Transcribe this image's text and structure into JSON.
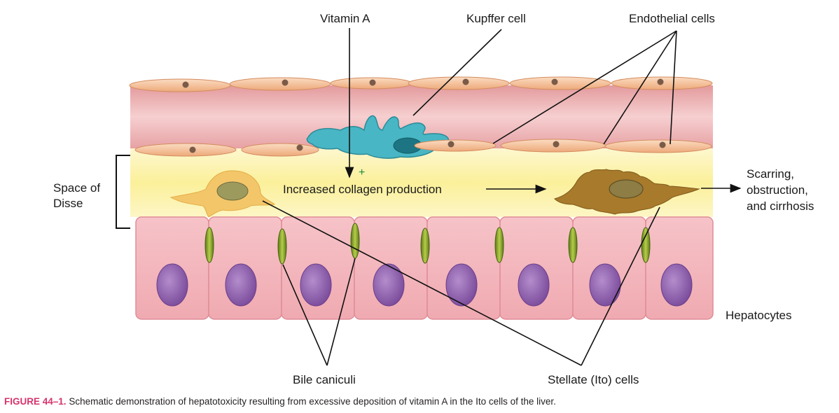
{
  "labels": {
    "vitamin_a": "Vitamin A",
    "kupffer_cell": "Kupffer cell",
    "endothelial_cells": "Endothelial cells",
    "space_of_disse_line1": "Space of",
    "space_of_disse_line2": "Disse",
    "plus_sign": "+",
    "increased_collagen": "Increased collagen production",
    "outcome_line1": "Scarring,",
    "outcome_line2": "obstruction,",
    "outcome_line3": "and cirrhosis",
    "hepatocytes": "Hepatocytes",
    "bile_caniculi": "Bile caniculi",
    "stellate_cells": "Stellate (Ito) cells"
  },
  "caption": {
    "number": "FIGURE 44–1.",
    "text": "Schematic demonstration of hepatotoxicity resulting from excessive deposition of vitamin A in the Ito cells of the liver."
  },
  "colors": {
    "endothelial_top": "#f6c9a8",
    "sinusoid": "#e9a5a7",
    "disse_space": "#fbf2a8",
    "hepatocyte": "#f4b9bf",
    "nucleus": "#9b6fb4",
    "kupffer": "#4ab6c4",
    "stellate_quiescent": "#f2c86b",
    "stellate_activated": "#a8792a",
    "caniculus": "#7d9d2a",
    "plus": "#1e8c3a",
    "caption_number": "#d6336c"
  }
}
